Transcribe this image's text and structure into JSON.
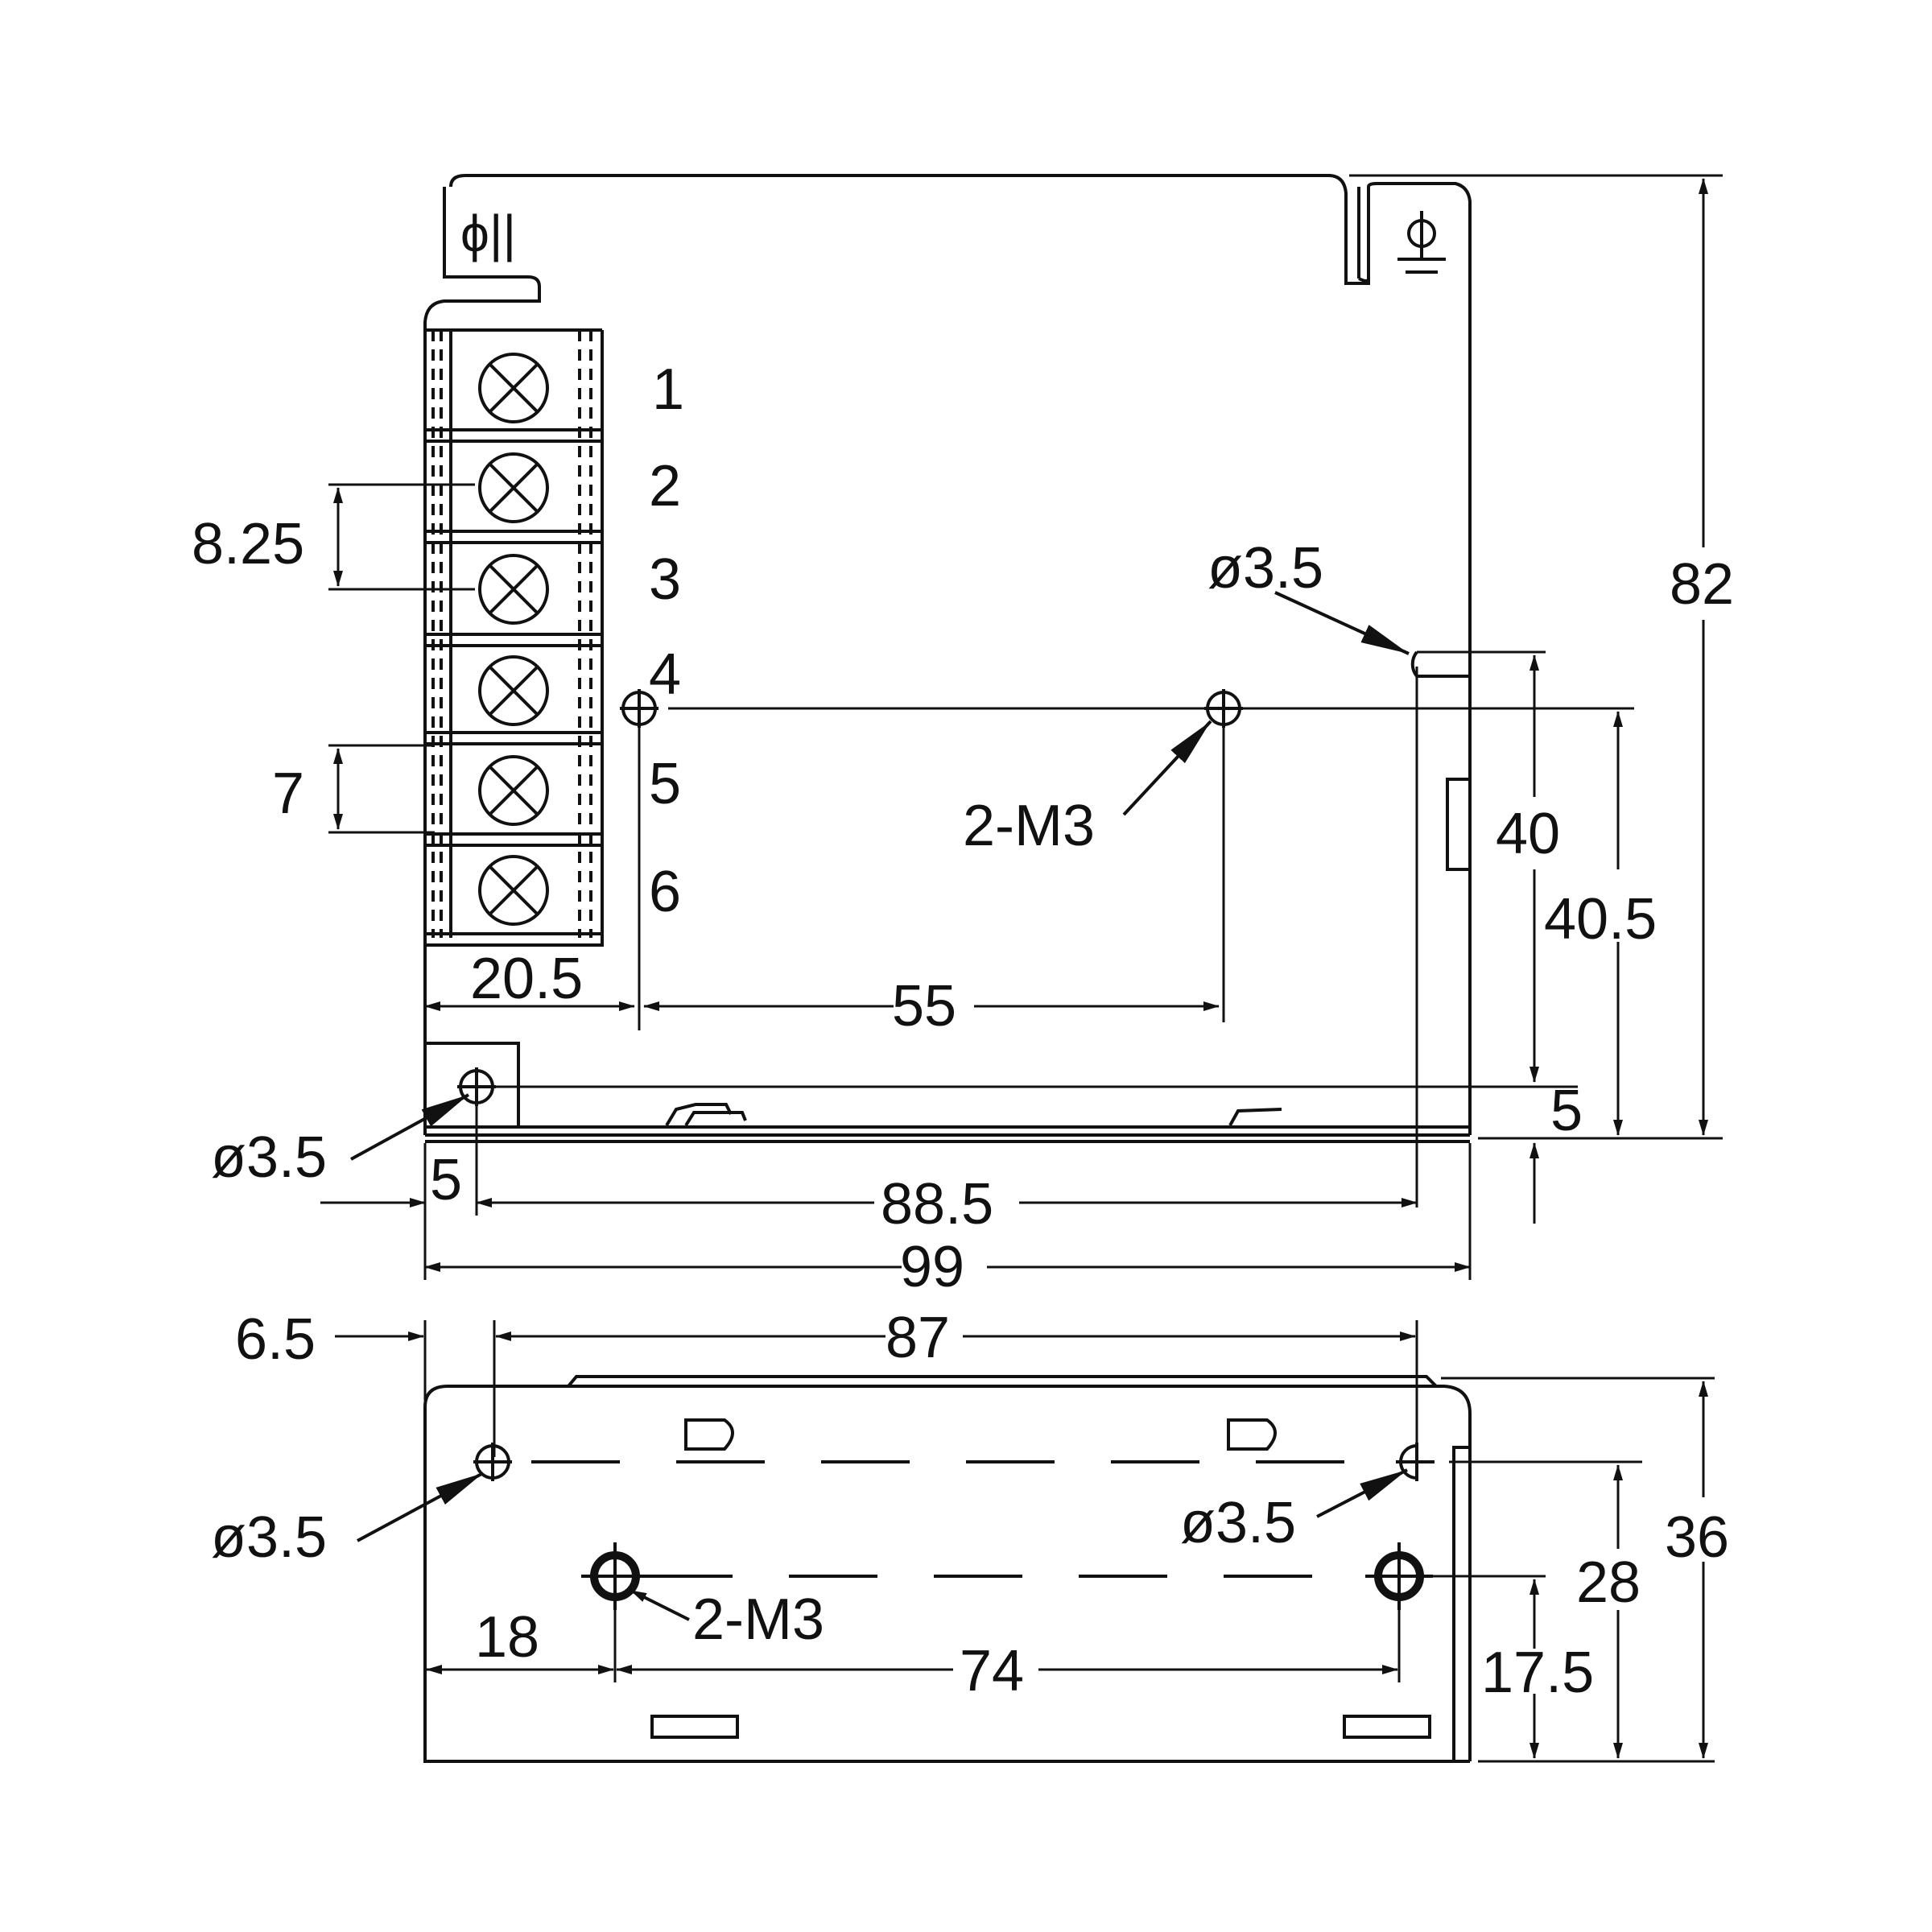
{
  "terminal_numbers": [
    "1",
    "2",
    "3",
    "4",
    "5",
    "6"
  ],
  "ground_symbols": [
    "ϕ||",
    "ϕ"
  ],
  "top_view": {
    "pitch": "8.25",
    "terminal_width": "7",
    "hole_top_right": "ø3.5",
    "hole_bottom_left": "ø3.5",
    "thread_label": "2-M3",
    "dim_20_5": "20.5",
    "dim_55": "55",
    "dim_40": "40",
    "dim_40_5": "40.5",
    "dim_82": "82",
    "dim_5_right": "5",
    "dim_5_left": "5",
    "dim_88_5": "88.5",
    "dim_99": "99"
  },
  "side_view": {
    "dim_6_5": "6.5",
    "dim_87": "87",
    "hole_left": "ø3.5",
    "hole_right": "ø3.5",
    "thread_label": "2-M3",
    "dim_18": "18",
    "dim_74": "74",
    "dim_36": "36",
    "dim_28": "28",
    "dim_17_5": "17.5"
  }
}
